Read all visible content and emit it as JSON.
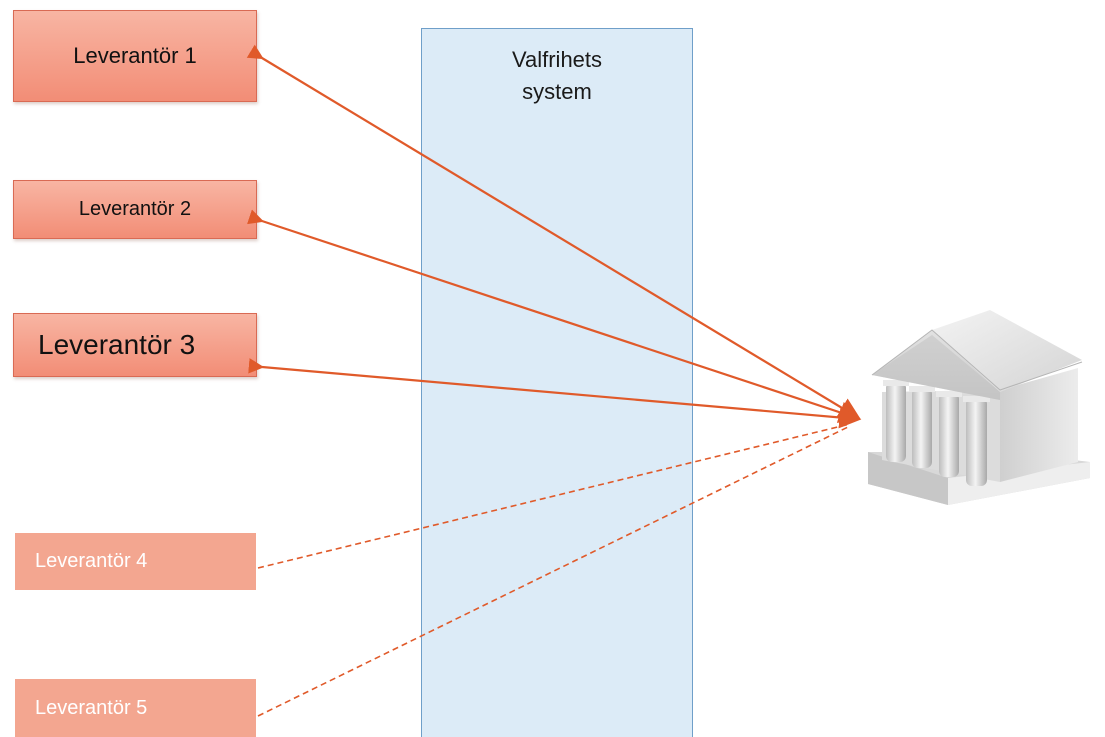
{
  "suppliers": [
    {
      "label": "Leverantör 1"
    },
    {
      "label": "Leverantör 2"
    },
    {
      "label": "Leverantör 3"
    },
    {
      "label": "Leverantör 4"
    },
    {
      "label": "Leverantör 5"
    }
  ],
  "system": {
    "line1": "Valfrihets",
    "line2": "system"
  },
  "colors": {
    "arrow": "#e05a2a",
    "system_fill": "#d6e8f6",
    "system_border": "#6f9fc9",
    "supplier_fill": "#f28d76",
    "supplier_faded": "#f3a690"
  },
  "icons": {
    "authority": "building-icon"
  }
}
